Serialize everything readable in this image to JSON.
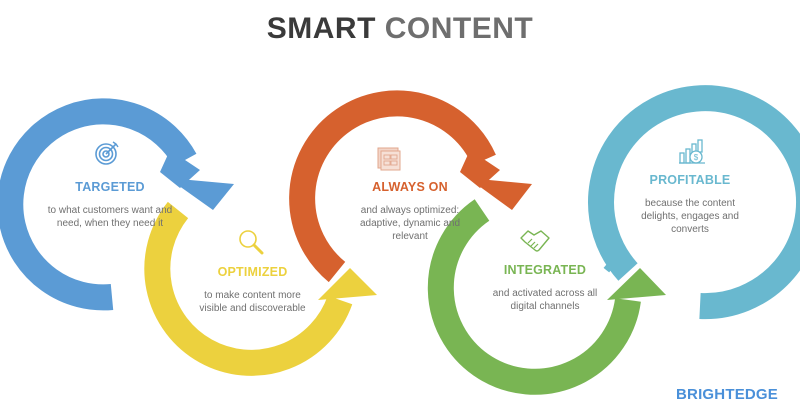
{
  "title": {
    "word1": "SMART",
    "word2": "CONTENT"
  },
  "colors": {
    "targeted": "#5b9bd5",
    "optimized": "#ecd13e",
    "always_on": "#d6612e",
    "integrated": "#79b553",
    "profitable": "#69b8cf",
    "title_dark": "#3a3a3a",
    "title_light": "#6e6e6e",
    "brand": "#4a90d9"
  },
  "stages": [
    {
      "icon": "target-icon",
      "heading": "TARGETED",
      "description_line1": "to what customers want and",
      "description_line2": "need, when they need it",
      "description_line3": ""
    },
    {
      "icon": "magnifier-icon",
      "heading": "OPTIMIZED",
      "description_line1": "to make content more",
      "description_line2": "visible and discoverable",
      "description_line3": ""
    },
    {
      "icon": "calendar-icon",
      "heading": "ALWAYS ON",
      "description_line1": "and always optimized:",
      "description_line2": "adaptive, dynamic and",
      "description_line3": "relevant"
    },
    {
      "icon": "handshake-icon",
      "heading": "INTEGRATED",
      "description_line1": "and activated across all",
      "description_line2": "digital channels",
      "description_line3": ""
    },
    {
      "icon": "money-chart-icon",
      "heading": "PROFITABLE",
      "description_line1": "because the content",
      "description_line2": "delights, engages and",
      "description_line3": "converts"
    }
  ],
  "brand": {
    "name": "BRIGHTEDGE"
  }
}
